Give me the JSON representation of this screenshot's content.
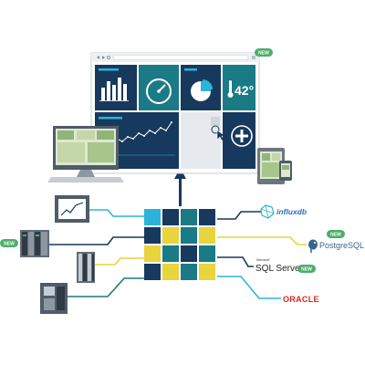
{
  "dashboard": {
    "temperature_value": "42°",
    "badge_new": "NEW"
  },
  "badges": {
    "dashboard": "NEW",
    "left_device": "NEW",
    "postgresql": "NEW",
    "sqlserver": "NEW"
  },
  "databases": {
    "influx": "influxdb",
    "postgres": "PostgreSQL",
    "sqlserver_small": "Microsoft",
    "sqlserver": "SQL Server",
    "oracle": "ORACLE"
  },
  "colors": {
    "navy": "#17395d",
    "teal": "#1a7a86",
    "yellow": "#e8d43c",
    "cyan": "#2bb4d8",
    "green": "#4cae6a",
    "oracle_red": "#e0261b"
  }
}
